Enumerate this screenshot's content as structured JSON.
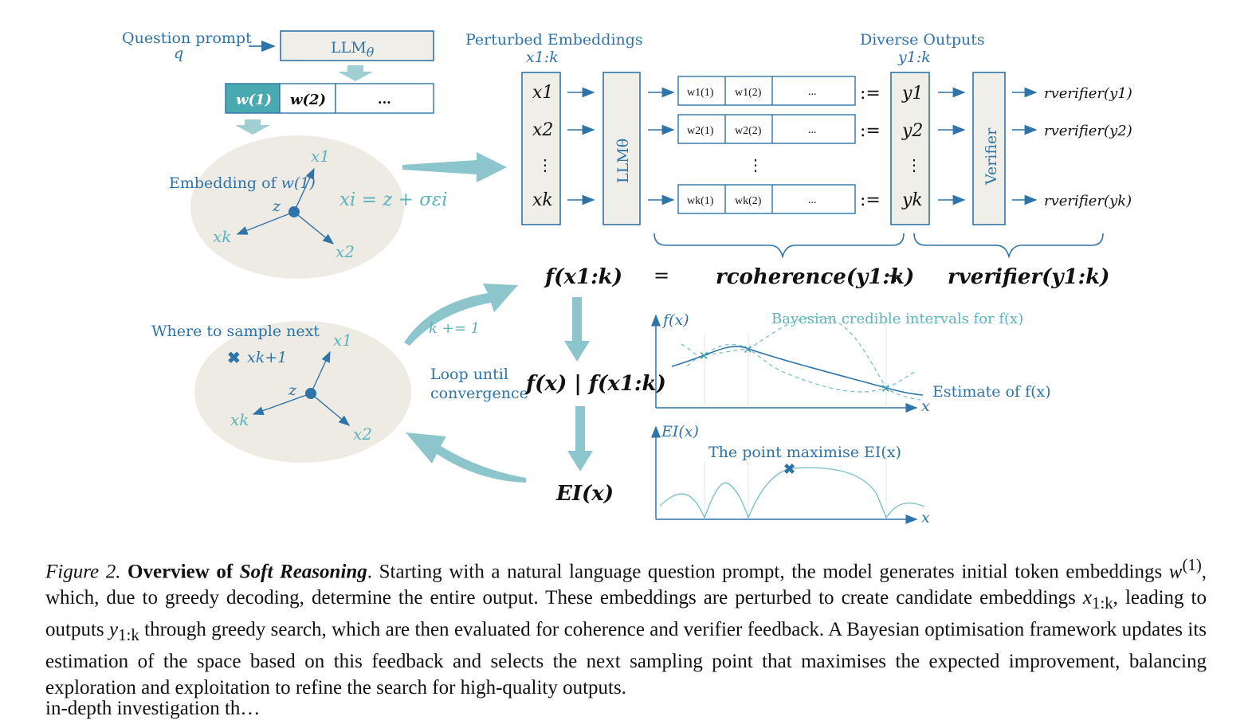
{
  "figure": {
    "question_prompt_label": "Question prompt",
    "question_var": "q",
    "llm_label": "LLM",
    "llm_sub": "θ",
    "token_boxes": [
      "w(1)",
      "w(2)",
      "..."
    ],
    "embedding_label": "Embedding of",
    "embedding_var": "w(1)",
    "center_var": "z",
    "vec_labels": [
      "x1",
      "x2",
      "xk"
    ],
    "perturb_eq": "xi = z + σεi",
    "perturbed_title": "Perturbed Embeddings",
    "perturbed_var": "x1:k",
    "x_column": [
      "x1",
      "x2",
      "⋮",
      "xk"
    ],
    "llm_vertical": "LLMθ",
    "output_rows": [
      {
        "cells": [
          "w1(1)",
          "w1(2)",
          "..."
        ],
        "assign": ":=",
        "y": "y1",
        "r": "rverifier(y1)"
      },
      {
        "cells": [
          "w2(1)",
          "w2(2)",
          "..."
        ],
        "assign": ":=",
        "y": "y2",
        "r": "rverifier(y2)"
      },
      {
        "cells": [
          "wk(1)",
          "wk(2)",
          "..."
        ],
        "assign": ":=",
        "y": "yk",
        "r": "rverifier(yk)"
      }
    ],
    "dots": "⋮",
    "diverse_title": "Diverse Outputs",
    "diverse_var": "y1:k",
    "verifier_label": "Verifier",
    "objective": {
      "lhs": "f(x1:k)",
      "eq": "=",
      "t1": "rcoherence(y1:k)",
      "plus": "+",
      "t2": "rverifier(y1:k)"
    },
    "kplus": "k += 1",
    "loop_label_1": "Loop until",
    "loop_label_2": "convergence",
    "posterior": "f(x) | f(x1:k)",
    "ei": "EI(x)",
    "sample_next_label": "Where to sample next",
    "next_point": "xk+1",
    "gp_chart": {
      "ylabel": "f(x)",
      "xlabel": "x",
      "ci_label": "Bayesian credible intervals for f(x)",
      "estimate_label": "Estimate of f(x)"
    },
    "ei_chart": {
      "ylabel": "EI(x)",
      "xlabel": "x",
      "max_label": "The point maximise EI(x)"
    },
    "colors": {
      "dark_blue": "#2f74a8",
      "teal": "#5bb3bd",
      "beige": "#eeebe4",
      "box_fill": "#f0eee8"
    }
  },
  "caption": {
    "fig_label": "Figure 2.",
    "title_1": "Overview of",
    "title_2": "Soft Reasoning",
    "body_1": ". Starting with a natural language question prompt, the model generates initial token embeddings",
    "w": "w",
    "w_sup": "(1)",
    "body_2": ", which, due to greedy decoding, determine the entire output. These embeddings are perturbed to create candidate embeddings",
    "x": "x",
    "x_sub": "1:k",
    "body_3": ", leading to outputs",
    "y": "y",
    "y_sub": "1:k",
    "body_4": "through greedy search, which are then evaluated for coherence and verifier feedback. A Bayesian optimisation framework updates its estimation of the space based on this feedback and selects the next sampling point that maximises the expected improvement, balancing exploration and exploitation to refine the search for high-quality outputs.",
    "next_line": "in-depth investigation th…"
  }
}
